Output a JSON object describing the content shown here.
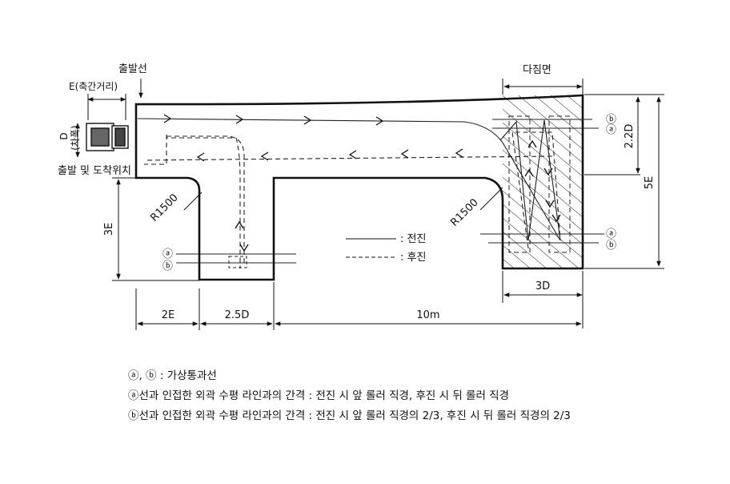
{
  "labels": {
    "start_line": "출발선",
    "axle_distance": "E(축간거리)",
    "width_d": "D",
    "width_paren": "(차폭)",
    "start_finish_position": "출발 및 도착위치",
    "compaction_area": "다짐면",
    "radius_left": "R1500",
    "radius_right": "R1500",
    "dim_3e": "3E",
    "dim_5e": "5E",
    "dim_22d": "2.2D",
    "dim_2e": "2E",
    "dim_25d": "2.5D",
    "dim_10m": "10m",
    "dim_3d": "3D",
    "mark_a": "ⓐ",
    "mark_b": "ⓑ"
  },
  "legend": {
    "forward": ": 전진",
    "reverse": ": 후진"
  },
  "notes": [
    "ⓐ, ⓑ : 가상통과선",
    "ⓐ선과 인접한 외곽 수평 라인과의 간격 : 전진 시 앞 롤러 직경, 후진 시 뒤 롤러 직경",
    "ⓑ선과 인접한 외곽 수평 라인과의 간격 : 전진 시 앞 롤러 직경의 2/3, 후진 시 뒤 롤러 직경의 2/3"
  ]
}
